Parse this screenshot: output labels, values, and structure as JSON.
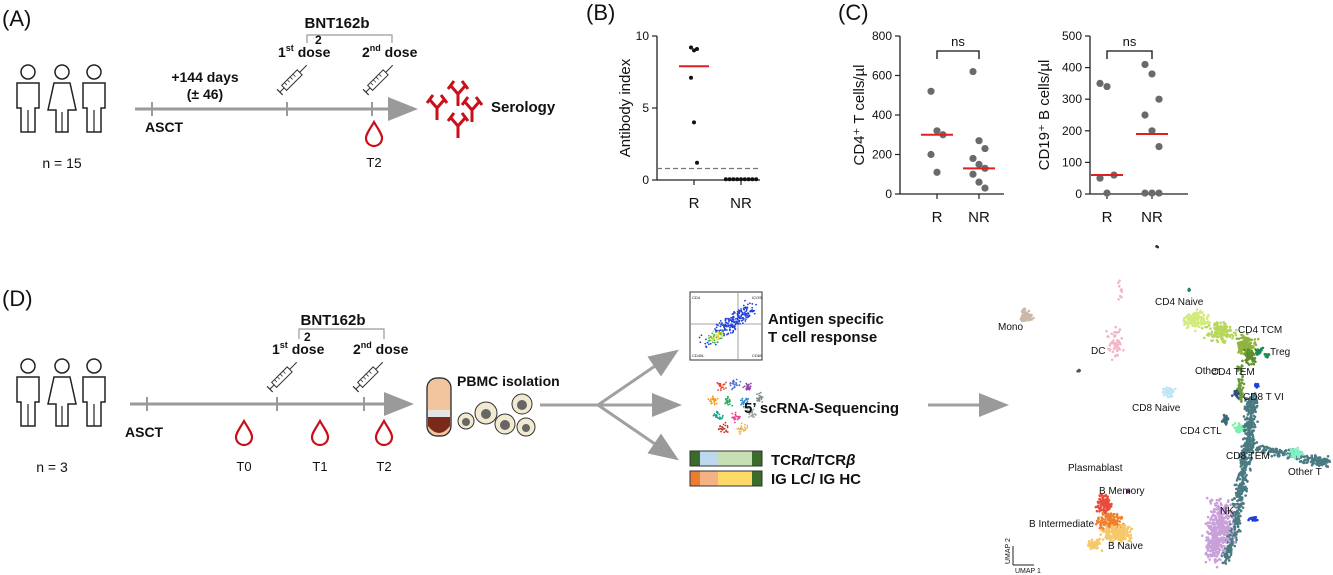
{
  "panels": {
    "A": "(A)",
    "B": "(B)",
    "C": "(C)",
    "D": "(D)"
  },
  "panel_a": {
    "vaccine": "BNT162b",
    "vaccine_sub": "2",
    "dose1_num": "1",
    "dose1_sup": "st",
    "dose1_word": " dose",
    "dose2_num": "2",
    "dose2_sup": "nd",
    "dose2_word": " dose",
    "interval_line1": "+144 days",
    "interval_line2": "(± 46)",
    "start_label": "ASCT",
    "timepoint": "T2",
    "readout": "Serology",
    "n_label": "n = 15"
  },
  "panel_d": {
    "vaccine": "BNT162b",
    "vaccine_sub": "2",
    "dose1_num": "1",
    "dose1_sup": "st",
    "dose1_word": " dose",
    "dose2_num": "2",
    "dose2_sup": "nd",
    "dose2_word": " dose",
    "start_label": "ASCT",
    "timepoints": [
      "T0",
      "T1",
      "T2"
    ],
    "isolation": "PBMC isolation",
    "n_label": "n = 3",
    "assay1_line1": "Antigen specific",
    "assay1_line2": "T cell response",
    "assay2": "5’ scRNA-Sequencing",
    "assay3_tcr_a": "TCR",
    "assay3_alpha": "α",
    "assay3_slash": "/TCR",
    "assay3_beta": "β",
    "assay4": "IG LC/ IG HC",
    "facs_corner_labels": [
      "CD4",
      "ICOS",
      "CD40L",
      "CD69"
    ],
    "umap_axis_x": "UMAP 1",
    "umap_axis_y": "UMAP 2",
    "umap_clusters": [
      "CD4 Naive",
      "Mono",
      "CD4 TCM",
      "Other",
      "Treg",
      "DC",
      "CD4 TEM",
      "CD8 T VI",
      "CD8 Naive",
      "CD4 CTL",
      "CD8 TEM",
      "Other T",
      "Plasmablast",
      "B Memory",
      "B Intermediate",
      "NK",
      "B Naive"
    ]
  },
  "chart_data": [
    {
      "type": "scatter",
      "panel": "B",
      "ylabel": "Antibody index",
      "categories": [
        "R",
        "NR"
      ],
      "ylim": [
        0,
        10
      ],
      "yticks": [
        0,
        5,
        10
      ],
      "threshold": 0.8,
      "series": [
        {
          "category": "R",
          "values": [
            9.2,
            9.0,
            9.1,
            7.1,
            4.0,
            1.2
          ],
          "median": 7.9
        },
        {
          "category": "NR",
          "values": [
            0.05,
            0.05,
            0.05,
            0.05,
            0.05,
            0.05,
            0.05,
            0.05,
            0.05
          ],
          "median": null
        }
      ],
      "colors": {
        "points": "#111111",
        "median": "#e02020",
        "threshold": "#777777"
      }
    },
    {
      "type": "scatter",
      "panel": "C",
      "ylabel": "CD4⁺ T cells/µl",
      "categories": [
        "R",
        "NR"
      ],
      "ylim": [
        0,
        800
      ],
      "yticks": [
        0,
        200,
        400,
        600,
        800
      ],
      "significance": "ns",
      "series": [
        {
          "category": "R",
          "values": [
            520,
            320,
            300,
            200,
            110
          ],
          "median": 300
        },
        {
          "category": "NR",
          "values": [
            620,
            270,
            230,
            180,
            150,
            130,
            100,
            60,
            30
          ],
          "median": 130
        }
      ],
      "colors": {
        "points": "#6a6a6a",
        "median": "#e02020"
      }
    },
    {
      "type": "scatter",
      "panel": "C",
      "ylabel": "CD19⁺ B cells/µl",
      "categories": [
        "R",
        "NR"
      ],
      "ylim": [
        0,
        500
      ],
      "yticks": [
        0,
        100,
        200,
        300,
        400,
        500
      ],
      "significance": "ns",
      "series": [
        {
          "category": "R",
          "values": [
            350,
            340,
            60,
            50,
            3
          ],
          "median": 60
        },
        {
          "category": "NR",
          "values": [
            410,
            380,
            300,
            250,
            200,
            150,
            3,
            3,
            3
          ],
          "median": 190
        }
      ],
      "colors": {
        "points": "#6a6a6a",
        "median": "#e02020"
      }
    }
  ],
  "colors": {
    "timeline": "#9a9a9a",
    "blood_drop": "#c8101a",
    "antibody": "#c8101a",
    "arrow": "#a0a0a0"
  }
}
